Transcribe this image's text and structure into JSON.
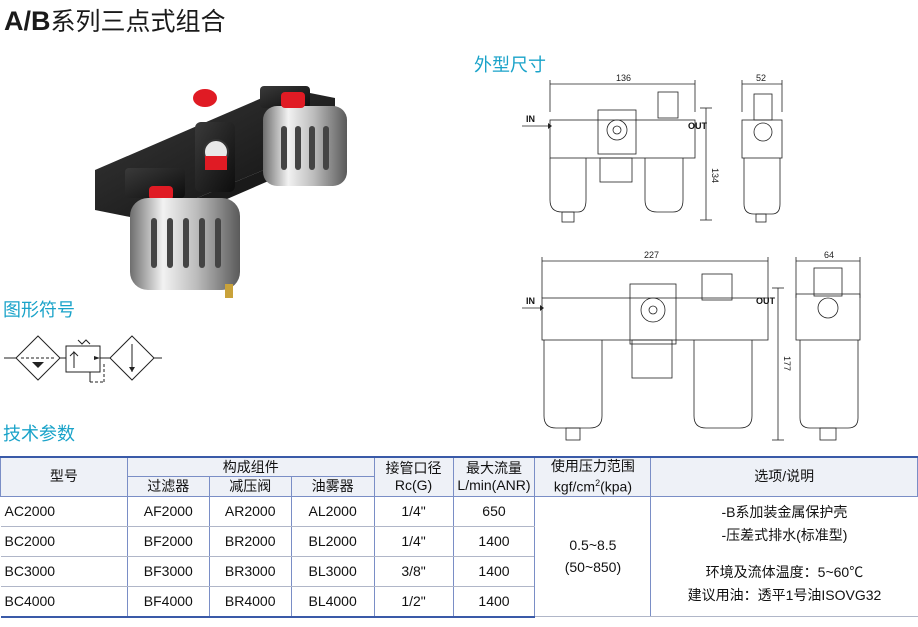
{
  "title": {
    "prefix": "A/B",
    "rest": "系列三点式组合"
  },
  "sections": {
    "dimensions": "外型尺寸",
    "symbol": "图形符号",
    "params": "技术参数"
  },
  "drawing_top": {
    "width": "136",
    "width_side": "52",
    "height": "134",
    "in": "IN",
    "out": "OUT"
  },
  "drawing_bottom": {
    "width": "227",
    "width_side": "64",
    "height": "177",
    "in": "IN",
    "out": "OUT"
  },
  "table": {
    "headers": {
      "model": "型号",
      "components": "构成组件",
      "filter": "过滤器",
      "regulator": "减压阀",
      "lubricator": "油雾器",
      "port_a": "接管口径",
      "port_b": "Rc(G)",
      "flow_a": "最大流量",
      "flow_b": "L/min(ANR)",
      "pressure_a": "使用压力范围",
      "pressure_b1": "kgf/cm",
      "pressure_sup": "2",
      "pressure_b2": "(kpa)",
      "notes": "选项/说明"
    },
    "rows": [
      {
        "model": "AC2000",
        "filter": "AF2000",
        "regulator": "AR2000",
        "lubricator": "AL2000",
        "port": "1/4\"",
        "flow": "650"
      },
      {
        "model": "BC2000",
        "filter": "BF2000",
        "regulator": "BR2000",
        "lubricator": "BL2000",
        "port": "1/4\"",
        "flow": "1400"
      },
      {
        "model": "BC3000",
        "filter": "BF3000",
        "regulator": "BR3000",
        "lubricator": "BL3000",
        "port": "3/8\"",
        "flow": "1400"
      },
      {
        "model": "BC4000",
        "filter": "BF4000",
        "regulator": "BR4000",
        "lubricator": "BL4000",
        "port": "1/2\"",
        "flow": "1400"
      }
    ],
    "pressure_range": "0.5~8.5",
    "pressure_kpa": "(50~850)",
    "notes": [
      "-B系加装金属保护壳",
      "-压差式排水(标准型)",
      "环境及流体温度：5~60℃",
      "建议用油：透平1号油ISOVG32"
    ]
  },
  "colors": {
    "accent": "#1aa3c9",
    "table_rule": "#3a5aa8",
    "knob": "#e01b24"
  }
}
